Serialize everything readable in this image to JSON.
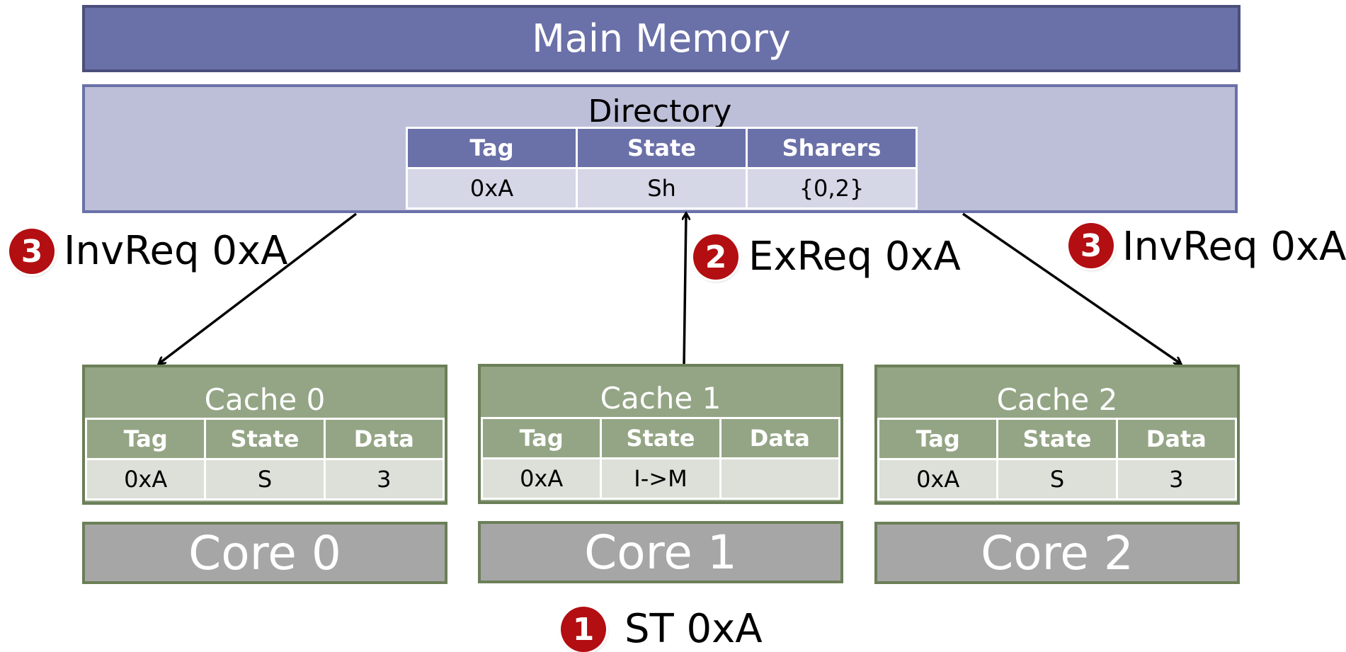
{
  "main_memory": {
    "label": "Main Memory"
  },
  "directory": {
    "title": "Directory",
    "headers": [
      "Tag",
      "State",
      "Sharers"
    ],
    "row": [
      "0xA",
      "Sh",
      "{0,2}"
    ]
  },
  "caches": [
    {
      "title": "Cache 0",
      "headers": [
        "Tag",
        "State",
        "Data"
      ],
      "row": [
        "0xA",
        "S",
        "3"
      ]
    },
    {
      "title": "Cache 1",
      "headers": [
        "Tag",
        "State",
        "Data"
      ],
      "row": [
        "0xA",
        "I->M",
        ""
      ]
    },
    {
      "title": "Cache 2",
      "headers": [
        "Tag",
        "State",
        "Data"
      ],
      "row": [
        "0xA",
        "S",
        "3"
      ]
    }
  ],
  "cores": [
    "Core 0",
    "Core 1",
    "Core 2"
  ],
  "steps": {
    "invreq_left": {
      "number": "3",
      "label": "InvReq 0xA"
    },
    "exreq": {
      "number": "2",
      "label": "ExReq 0xA"
    },
    "invreq_right": {
      "number": "3",
      "label": "InvReq 0xA"
    },
    "store": {
      "number": "1",
      "label": "ST 0xA"
    }
  },
  "colors": {
    "main_memory": "#6A70A8",
    "directory_bg": "#BDBFD8",
    "cache_header": "#94A585",
    "core_fill": "#A6A6A6",
    "step_badge": "#B30E12"
  }
}
